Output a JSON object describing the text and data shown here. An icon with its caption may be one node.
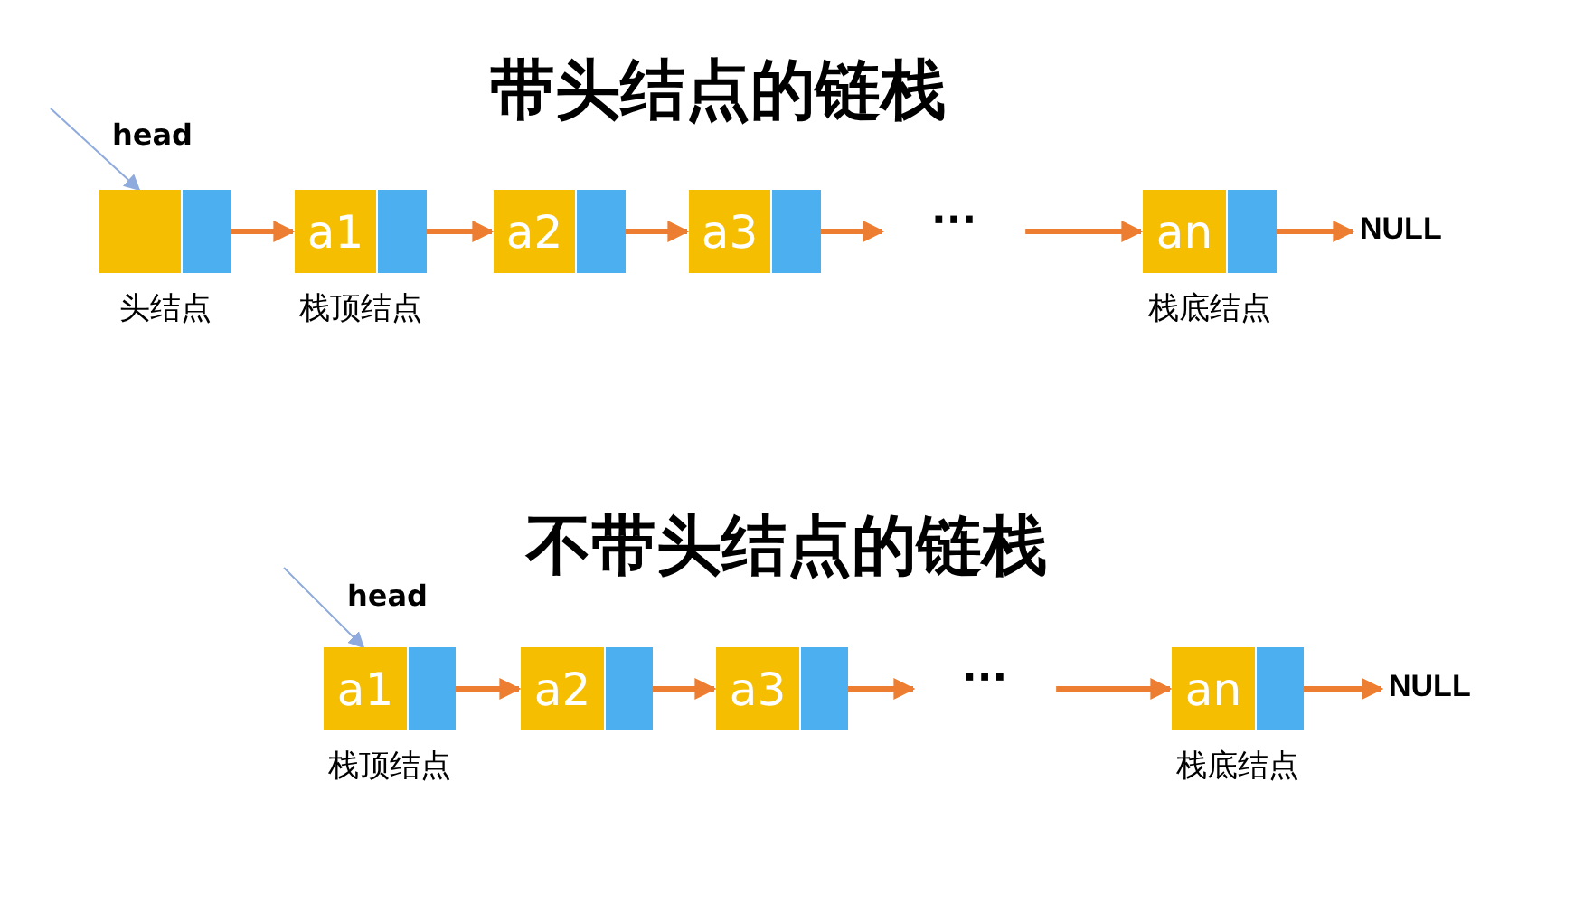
{
  "diagram": {
    "nodes": [
      {
        "text": [],
        "shape": "box",
        "beside": [
          "头结点"
        ]
      },
      {
        "text": [
          "a1"
        ],
        "beside": [
          "栈顶结点"
        ]
      },
      {
        "text": [
          "a2"
        ]
      },
      {
        "text": [
          "a3"
        ]
      },
      {
        "text": [
          "···"
        ]
      },
      {
        "text": [
          "an"
        ],
        "beside": [
          "栈底结点"
        ]
      },
      {
        "text": [
          "NULL"
        ]
      },
      {
        "text": [
          "a1"
        ],
        "beside": [
          "栈顶结点"
        ]
      },
      {
        "text": [
          "a2"
        ]
      },
      {
        "text": [
          "a3"
        ]
      },
      {
        "text": [
          "···"
        ]
      },
      {
        "text": [
          "an"
        ],
        "beside": [
          "栈底结点"
        ]
      },
      {
        "text": [
          "NULL"
        ]
      }
    ],
    "edges": [
      {
        "from": null,
        "to": 0,
        "arrow": "to",
        "color": "#8faadc"
      },
      {
        "from": 0,
        "to": 1,
        "arrow": "to"
      },
      {
        "from": 1,
        "to": 2,
        "arrow": "to"
      },
      {
        "from": 2,
        "to": 3,
        "arrow": "to"
      },
      {
        "from": 3,
        "to": 4,
        "arrow": "to"
      },
      {
        "from": 4,
        "to": 5,
        "arrow": "to"
      },
      {
        "from": 5,
        "to": 6,
        "arrow": "to"
      },
      {
        "from": null,
        "to": 7,
        "arrow": "to",
        "color": "#8faadc"
      },
      {
        "from": 7,
        "to": 8,
        "arrow": "to"
      },
      {
        "from": 8,
        "to": 9,
        "arrow": "to"
      },
      {
        "from": 9,
        "to": 10,
        "arrow": "to"
      },
      {
        "from": 10,
        "to": 11,
        "arrow": "to"
      },
      {
        "from": 11,
        "to": 12,
        "arrow": "to"
      }
    ],
    "labels": [
      "带头结点的链栈",
      "head",
      "不带头结点的链栈",
      "head"
    ]
  }
}
